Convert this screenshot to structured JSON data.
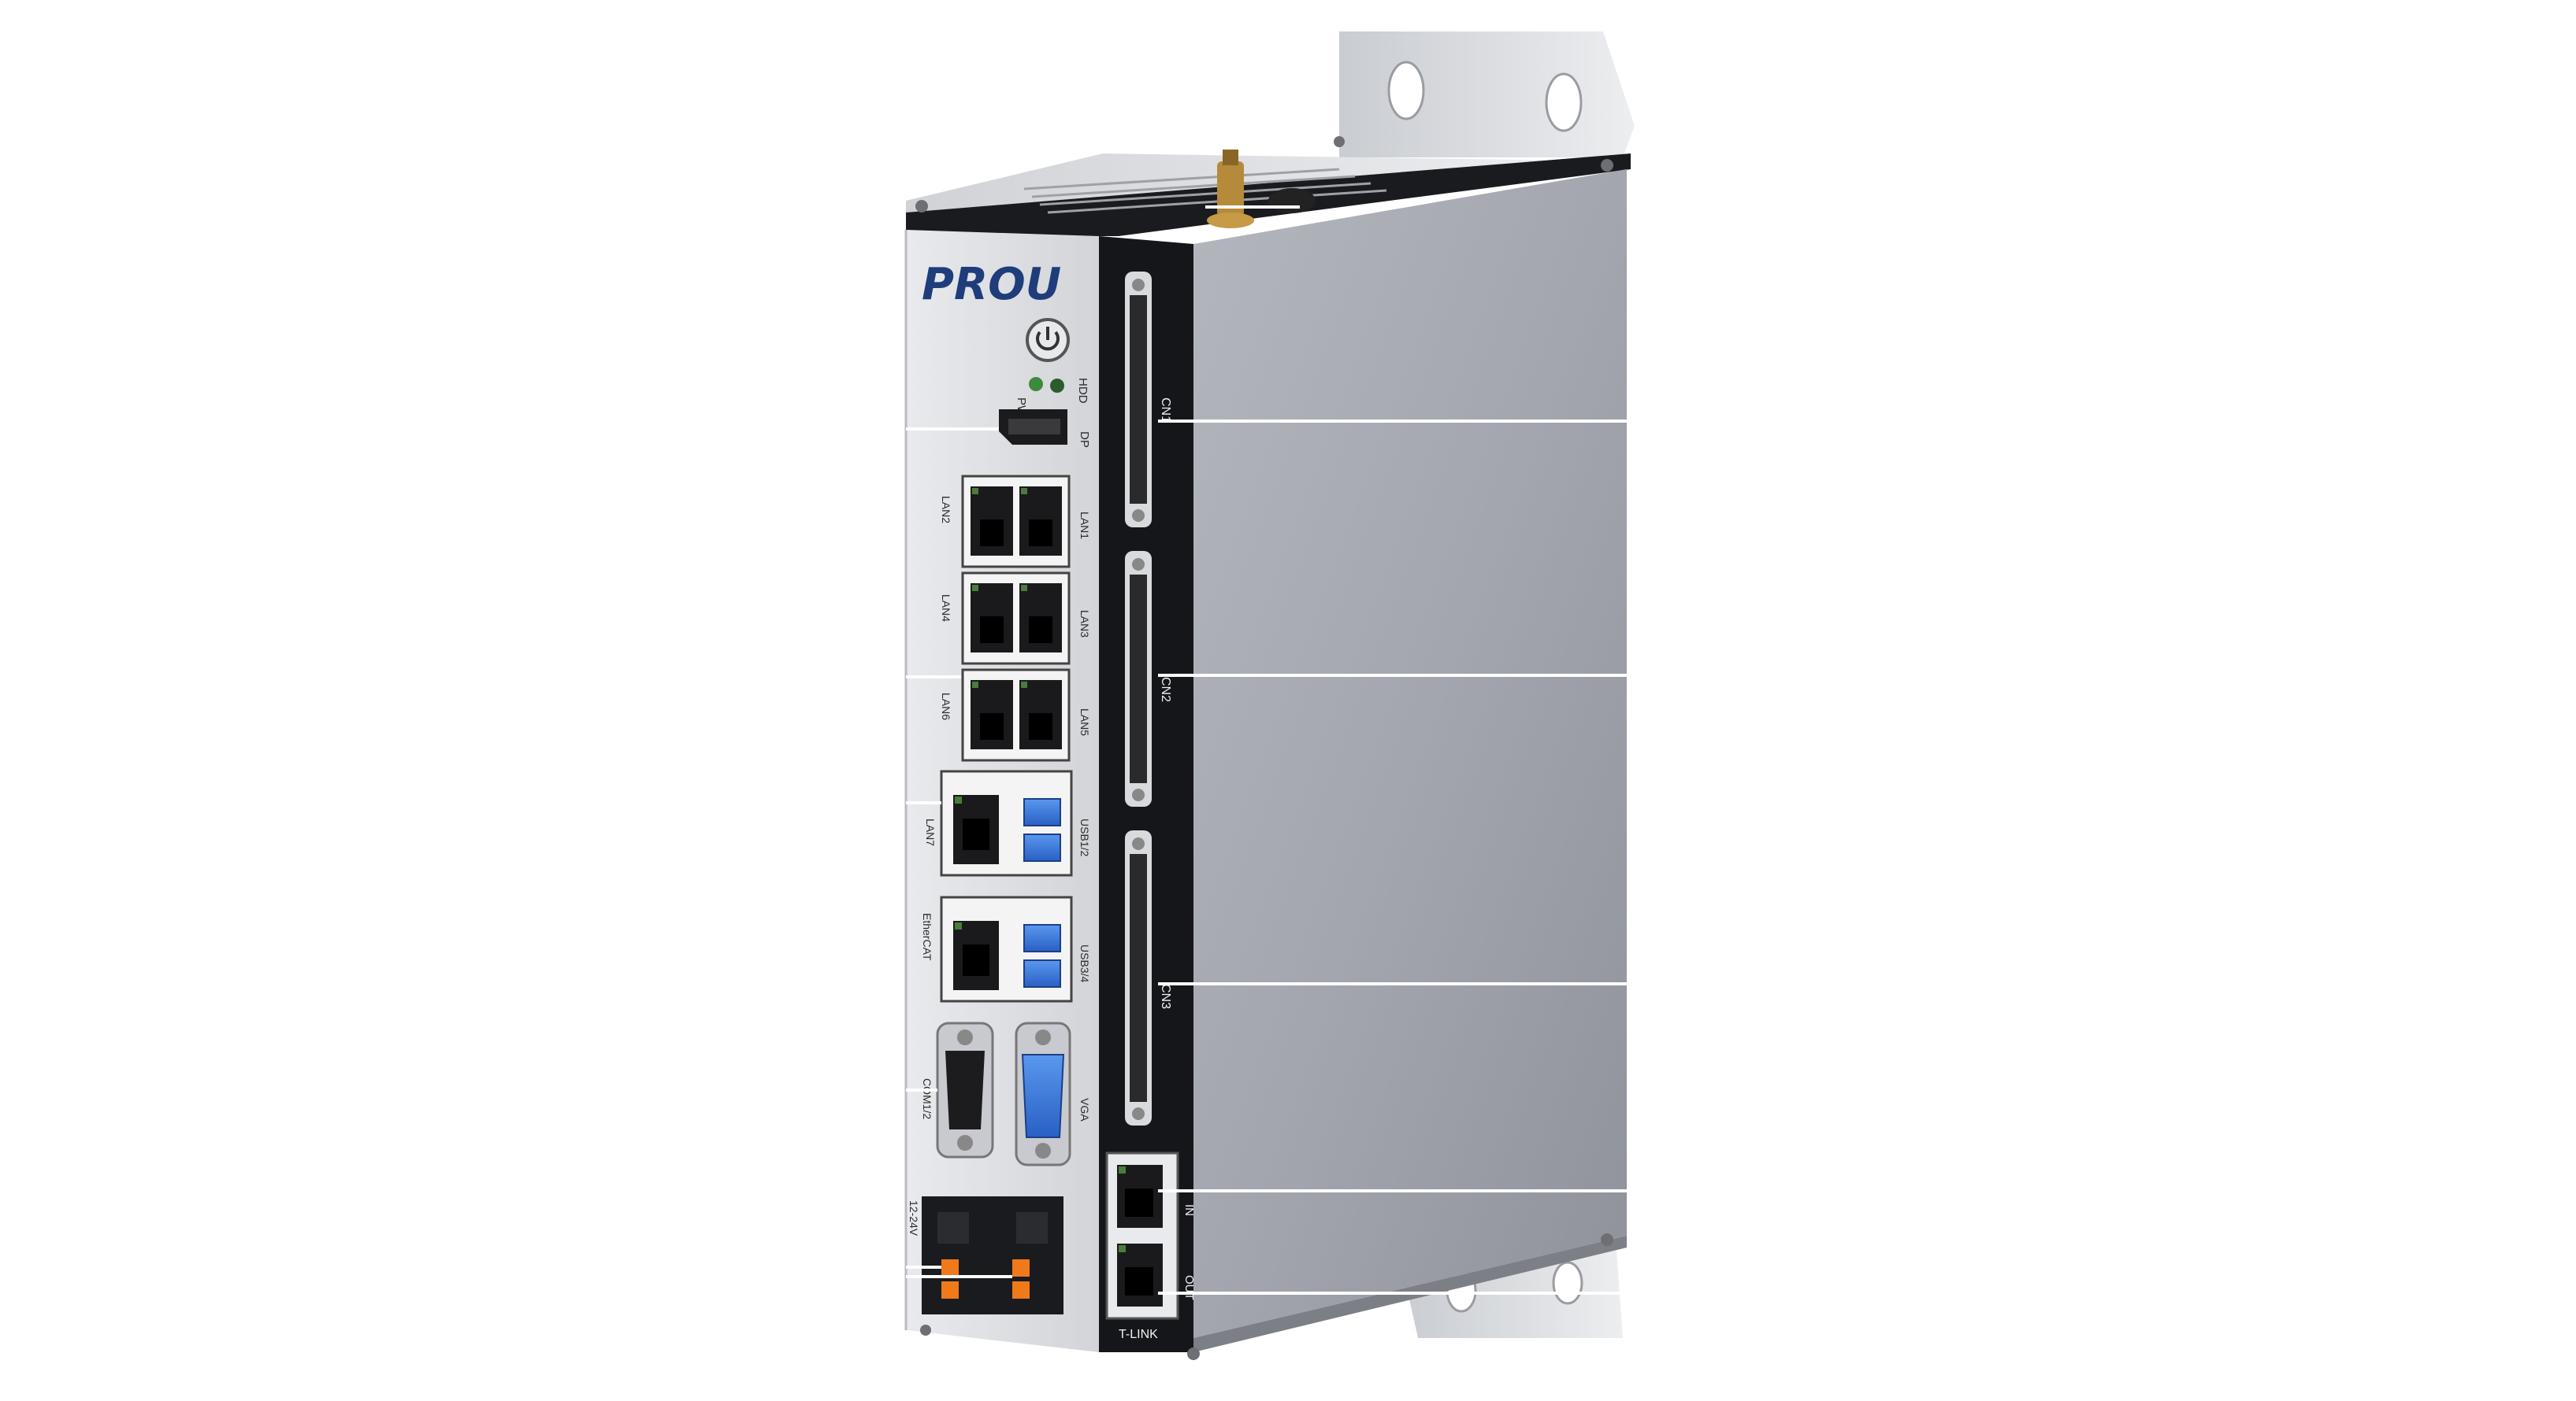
{
  "brand": {
    "logo_text": "PROU",
    "logo_color": "#1f3d7a",
    "accent_color": "#5fa8e8"
  },
  "front_labels": {
    "pwr": "PWR",
    "hdd": "HDD",
    "dp": "DP",
    "lan1": "LAN1",
    "lan2": "LAN2",
    "lan3": "LAN3",
    "lan4": "LAN4",
    "lan5": "LAN5",
    "lan6": "LAN6",
    "lan7": "LAN7",
    "usb12": "USB1/2",
    "ethercat": "EtherCAT",
    "usb34": "USB3/4",
    "com": "COM1/2",
    "vga": "VGA",
    "power_in": "12-24V"
  },
  "side_labels": {
    "cn1": "CN1",
    "cn2": "CN2",
    "cn3": "CN3",
    "in": "IN",
    "out": "OUT",
    "tlink": "T-LINK"
  },
  "colors": {
    "front_panel": "#dedfe3",
    "side_panel": "#a2a5ad",
    "black_strip": "#15161a",
    "usb_blue": "#2e6fd6",
    "vga_blue": "#3a78d8",
    "terminal_orange": "#f07a1a",
    "led_green": "#3c8a3c"
  },
  "icons": [
    "power-button-icon",
    "antenna-icon"
  ]
}
